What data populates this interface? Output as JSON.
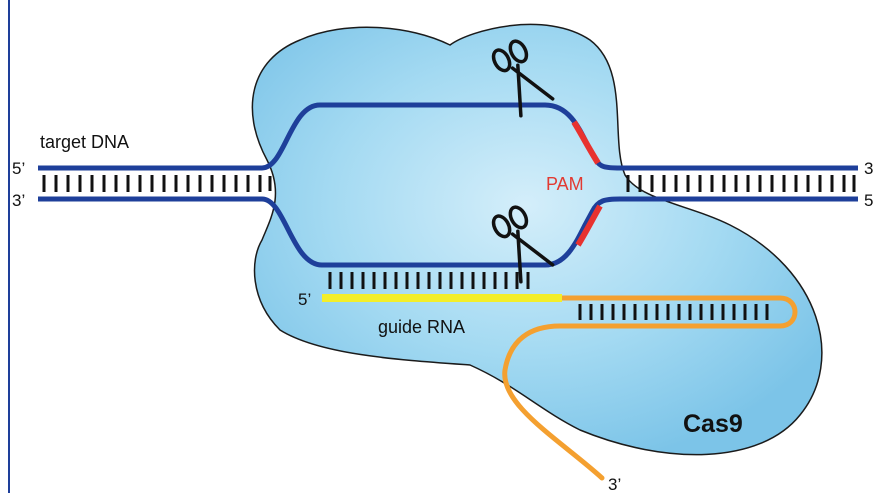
{
  "labels": {
    "target_dna": "target DNA",
    "top_left_end": "5’",
    "bottom_left_end": "3’",
    "top_right_end": "3",
    "bottom_right_end": "5",
    "pam": "PAM",
    "guide_rna_5": "5’",
    "guide_rna": "guide RNA",
    "cas9": "Cas9",
    "rna_3_end": "3’"
  },
  "colors": {
    "protein_fill": "#8fd0ee",
    "protein_outline": "#1b1b1b",
    "dna_strand": "#1e3f9a",
    "pam": "#e8322f",
    "guide_rna_spacer": "#f3ee2a",
    "guide_rna_scaffold": "#f4a030",
    "base_pair": "#111111",
    "pam_label": "#e23a32"
  },
  "icons": {
    "cut_site_top": "scissors-icon",
    "cut_site_bottom": "scissors-icon"
  }
}
